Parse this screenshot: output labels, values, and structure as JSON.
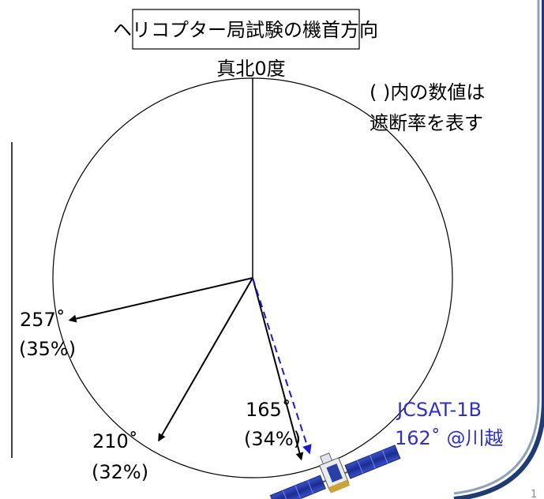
{
  "title": "ヘリコプター局試験の機首方向",
  "north_label": "真北0度",
  "note": {
    "line1": "( )内の数値は",
    "line2": "遮断率を表す"
  },
  "headings": [
    {
      "id": "h257",
      "deg": 257,
      "deg_label": "257˚",
      "rate_label": "(35%)"
    },
    {
      "id": "h210",
      "deg": 210,
      "deg_label": "210˚",
      "rate_label": "(32%)"
    },
    {
      "id": "h165",
      "deg": 165,
      "deg_label": "165˚",
      "rate_label": "(34%)"
    }
  ],
  "satellite": {
    "name": "JCSAT-1B",
    "position_label": "162˚ @川越",
    "deg": 162
  },
  "slide_number": "1",
  "colors": {
    "arrow": "#000000",
    "satellite_arrow": "#1a1ad6",
    "satellite_text": "#2f2fcf",
    "accent_border": "#1f3b73",
    "panel": "#8fa3b8",
    "sat_blue": "#2b3fa8",
    "sat_gold": "#c9a23a"
  }
}
